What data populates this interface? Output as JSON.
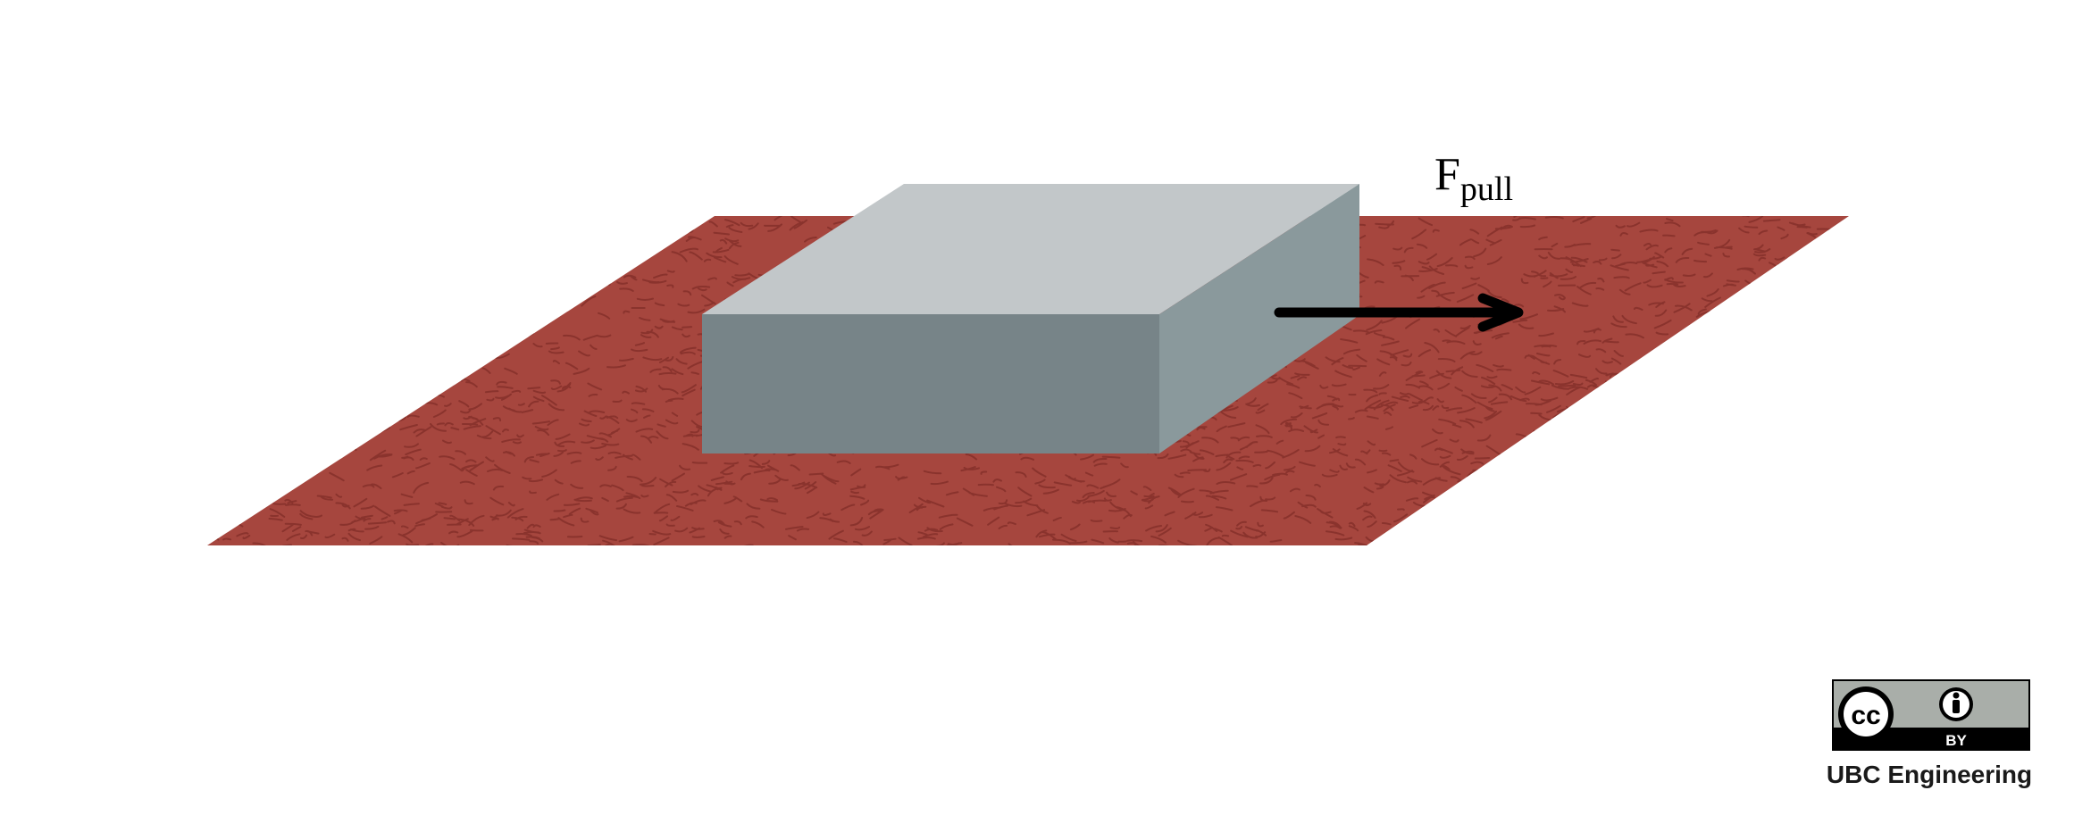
{
  "diagram": {
    "force_symbol": "F",
    "force_subscript": "pull",
    "colors": {
      "surface": "#a6463e",
      "surface_texture": "#8a332d",
      "block_top": "#c2c7c9",
      "block_front": "#778488",
      "block_side": "#8a999c",
      "arrow": "#000000"
    }
  },
  "license": {
    "cc_label": "cc",
    "by_label": "BY",
    "credit": "UBC Engineering",
    "badge_color": "#a9aea9"
  }
}
